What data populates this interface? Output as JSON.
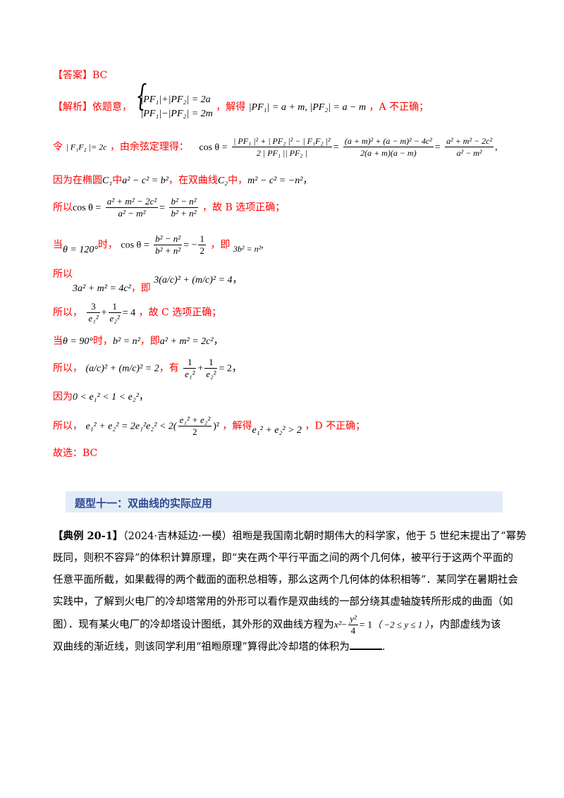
{
  "answer": {
    "label": "【答案】",
    "value": "BC"
  },
  "analysis": {
    "label": "【解析】",
    "intro": "依题意，",
    "sys1": "|PF₁|+|PF₂| = 2a",
    "sys2": "|PF₁|−|PF₂| = 2m",
    "solve_text": "，解得",
    "solve_result": "|PF₁| = a + m, |PF₂| = a − m",
    "a_wrong": "，A 不正确；",
    "let_text": "令",
    "let_expr": "| F₁F₂ |= 2c",
    "cos_law_text": "，由余弦定理得：",
    "cos_lhs": "cos θ =",
    "cos_f1_num": "| PF₁ |² + | PF₂ |² − | F₁F₂ |²",
    "cos_f1_den": "2 | PF₁ || PF₂ |",
    "cos_f2_num": "(a + m)² + (a − m)² − 4c²",
    "cos_f2_den": "2(a + m)(a − m)",
    "cos_f3_num": "a² + m² − 2c²",
    "cos_f3_den": "a² − m²",
    "ellipse_text1": "因为在椭圆",
    "ellipse_c1": "C₁",
    "ellipse_text2": "中",
    "ellipse_expr": "a² − c² = b²",
    "hyper_text1": "，在双曲线",
    "hyper_c2": "C₂",
    "hyper_text2": "中，",
    "hyper_expr": "m² − c² = −n²",
    "so_cos_text": "所以",
    "so_cos_lhs": "cos θ =",
    "so_f1_num": "a² + m² − 2c²",
    "so_f1_den": "a² − m²",
    "so_f2_num": "b² − n²",
    "so_f2_den": "b² + n²",
    "b_right": "，故 B 选项正确；",
    "when1": "当",
    "theta120": "θ = 120°",
    "when1_b": "时，",
    "cos120_lhs": "cos θ =",
    "cos120_num": "b² − n²",
    "cos120_den": "b² + n²",
    "cos120_rhs": "= −",
    "half_num": "1",
    "half_den": "2",
    "ji1": "，即",
    "r3b": "3b² = n²",
    "so1": "所以",
    "eq_3a": "3a² + m² = 4c²",
    "ji2": "，即",
    "eq_ratio": "3(a/c)² + (m/c)² = 4",
    "so2": "所以，",
    "e_frac1_num": "3",
    "e_frac1_den": "e₁²",
    "e_frac2_num": "1",
    "e_frac2_den": "e₂²",
    "e_eq4": "= 4",
    "c_right": "，故 C 选项正确；",
    "when2": "当",
    "theta90": "θ = 90°",
    "when2_b": "时，",
    "b_eq_n": "b² = n²",
    "ji3": "，即",
    "a_m_eq": "a² + m² = 2c²",
    "so3": "所以，",
    "ratio2": "(a/c)² + (m/c)² = 2",
    "you": "，有",
    "e_sum2": "= 2",
    "because": "因为",
    "ineq": "0 < e₁² < 1 < e₂²",
    "so4": "所以，",
    "ineq2": "e₁² + e₂² = 2e₁²e₂² < 2(",
    "ineq2_num": "e₁² + e₂²",
    "ineq2_den": "2",
    "ineq2_tail": ")²",
    "solve2": "，解得",
    "ineq3": "e₁² + e₂² > 2",
    "d_wrong": "，D 不正确；",
    "choose": "故选：BC"
  },
  "section": {
    "title": "题型十一：双曲线的实际应用"
  },
  "example": {
    "label": "【典例 20-1】",
    "source": "（2024·吉林延边·一模）",
    "line1": "祖暅是我国南北朝时期伟大的科学家，他于 5 世纪末提出了“幂势",
    "line2": "既同，则积不容异”的体积计算原理，即“夹在两个平行平面之间的两个几何体，被平行于这两个平面的",
    "line3": "任意平面所截，如果截得的两个截面的面积总相等，那么这两个几何体的体积相等”．某同学在暑期社会",
    "line4": "实践中，了解到火电厂的冷却塔常用的外形可以看作是双曲线的一部分绕其虚轴旋转所形成的曲面（如",
    "line5_a": "图）．现有某火电厂的冷却塔设计图纸，其外形的双曲线方程为",
    "hyp_x2": "x²",
    "hyp_minus": "−",
    "hyp_num": "y²",
    "hyp_den": "4",
    "hyp_eq": "= 1",
    "range": "（ −2 ≤ y ≤ 1 ）",
    "line5_b": "，内部虚线为该",
    "line6": "双曲线的渐近线，则该同学利用“祖暅原理”算得此冷却塔的体积为",
    "line6_end": "."
  }
}
